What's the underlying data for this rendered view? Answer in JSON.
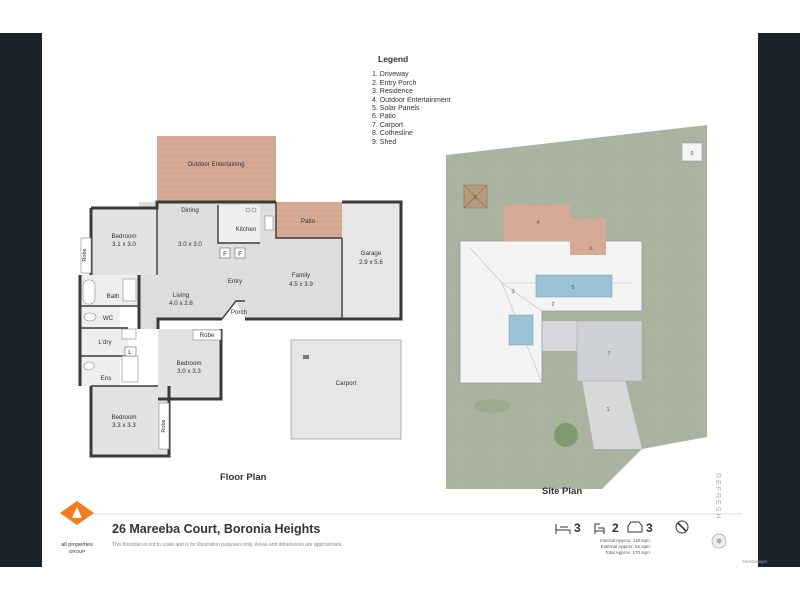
{
  "legend": {
    "title": "Legend",
    "items": [
      "1. Driveway",
      "2. Entry Porch",
      "3. Residence",
      "4. Outdoor Entertainment",
      "5. Solar Panels",
      "6. Patio",
      "7. Carport",
      "8. Cothesline",
      "9. Shed"
    ]
  },
  "floor_plan": {
    "caption": "Floor Plan",
    "outdoor_label": "Outdoor Entertaining",
    "rooms": {
      "bed1_name": "Bedroom",
      "bed1_dims": "3.1 x 3.0",
      "robe1": "Robe",
      "dining_name": "Dining",
      "dining_dims": "3.0 x 3.0",
      "kitchen": "Kitchen",
      "patio": "Patio",
      "garage_name": "Garage",
      "garage_dims": "2.9 x 5.6",
      "family_name": "Family",
      "family_dims": "4.5 x 3.9",
      "bath": "Bath",
      "living_name": "Living",
      "living_dims": "4.0 x 2.8",
      "entry": "Entry",
      "wc": "WC",
      "porch": "Porch",
      "laundry": "L'dry",
      "robe2": "Robe",
      "bed2_name": "Bedroom",
      "bed2_dims": "3.0 x 3.3",
      "ens": "Ens",
      "bed3_name": "Bedroom",
      "bed3_dims": "3.3 x 3.3",
      "robe3": "Robe",
      "fridge": "F",
      "linen": "L",
      "carport": "Carport"
    }
  },
  "site_plan": {
    "caption": "Site Plan",
    "markers": [
      "1",
      "2",
      "3",
      "4",
      "5",
      "6",
      "7",
      "8",
      "9"
    ]
  },
  "footer": {
    "address": "26 Mareeba Court, Boronia Heights",
    "disclaimer": "This floorplan is not to scale and is for illustration purposes only. Areas and dimensions are approximate.",
    "beds": "3",
    "baths": "2",
    "cars": "3",
    "areas": [
      "Internal Approx. 118 sqm",
      "External Approx. 52 sqm",
      "Total Approx. 170 sqm"
    ],
    "brand_line1": "all properties",
    "brand_line2": "GROUP",
    "refresh": "REFRESH",
    "footer_logo": "SiteManager"
  },
  "colors": {
    "brand_orange": "#f47c20",
    "outdoor": "#d4a792",
    "floor_tile": "#dcdcdc",
    "room": "#ebebeb",
    "carpet": "#ddd",
    "grass": "#aab3a2",
    "driveway": "#d2d4d6"
  }
}
